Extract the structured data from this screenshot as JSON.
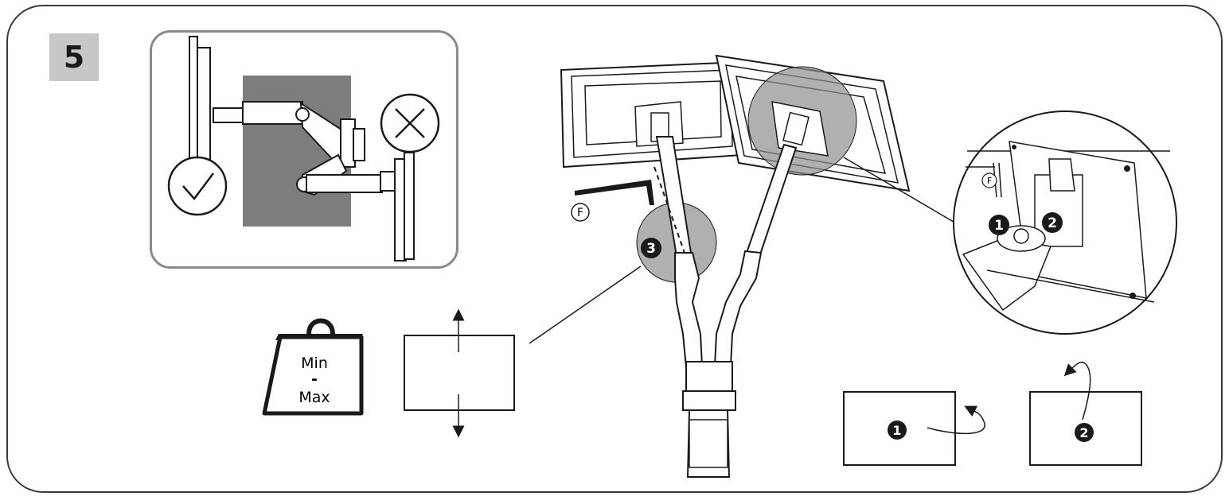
{
  "step": {
    "number": "5"
  },
  "weight": {
    "line1": "Min",
    "line2": "-",
    "line3": "Max"
  },
  "labels": {
    "tool_main": "F",
    "tool_detail": "F",
    "callout_3": "3",
    "detail_1": "1",
    "detail_2": "2",
    "box_1": "1",
    "box_2": "2"
  },
  "colors": {
    "line": "#1a1a1a",
    "shade": "#8e8e8e",
    "badge": "#c7c7c9",
    "panel": "#7d7d7d"
  }
}
